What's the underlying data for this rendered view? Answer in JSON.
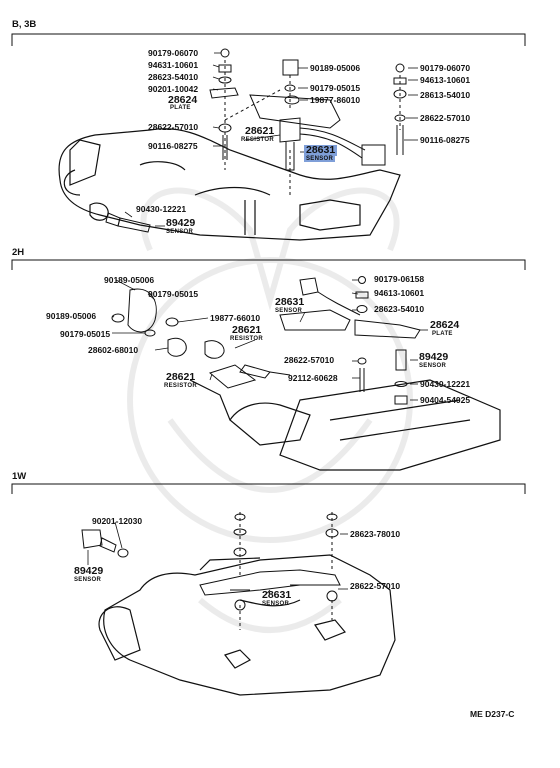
{
  "sections": [
    {
      "id": "b3b",
      "title": "B, 3B"
    },
    {
      "id": "2h",
      "title": "2H"
    },
    {
      "id": "1w",
      "title": "1W"
    }
  ],
  "b3b": {
    "parts_left": [
      "90179-06070",
      "94631-10601",
      "28623-54010",
      "90201-10042",
      "28622-57010",
      "90116-08275",
      "90430-12221"
    ],
    "plate_num": "28624",
    "plate_lbl": "PLATE",
    "resistor_num": "28621",
    "resistor_lbl": "RESISTOR",
    "sensor_a_num": "28631",
    "sensor_a_lbl": "SENSOR",
    "sensor_b_num": "89429",
    "sensor_b_lbl": "SENSOR",
    "parts_center": [
      "90189-05006",
      "90179-05015",
      "19877-86010"
    ],
    "parts_right": [
      "90179-06070",
      "94613-10601",
      "28613-54010",
      "28622-57010",
      "90116-08275"
    ]
  },
  "h2": {
    "parts_left": [
      "90189-05006",
      "90189-05006",
      "90179-05015",
      "90179-05015",
      "19877-66010",
      "28602-68010"
    ],
    "resistor_a_num": "28621",
    "resistor_a_lbl": "RESISTOR",
    "resistor_b_num": "28621",
    "resistor_b_lbl": "RESISTOR",
    "sensor_a_num": "28631",
    "sensor_a_lbl": "SENSOR",
    "parts_right": [
      "90179-06158",
      "94613-10601",
      "28623-54010"
    ],
    "plate_num": "28624",
    "plate_lbl": "PLATE",
    "p_57010": "28622-57010",
    "sensor_b_num": "89429",
    "sensor_b_lbl": "SENSOR",
    "p_60628": "92112-60628",
    "p_12221": "90430-12221",
    "p_54025": "90404-54025"
  },
  "w1": {
    "p_12030": "90201-12030",
    "sensor_b_num": "89429",
    "sensor_b_lbl": "SENSOR",
    "p_78010": "28623-78010",
    "sensor_a_num": "28631",
    "sensor_a_lbl": "SENSOR",
    "p_57010": "28622-57010"
  },
  "drawing_code": "ME D237-C",
  "colors": {
    "ink": "#111111",
    "highlight": "#7f9fd8",
    "watermark": "#d9d9d9"
  }
}
